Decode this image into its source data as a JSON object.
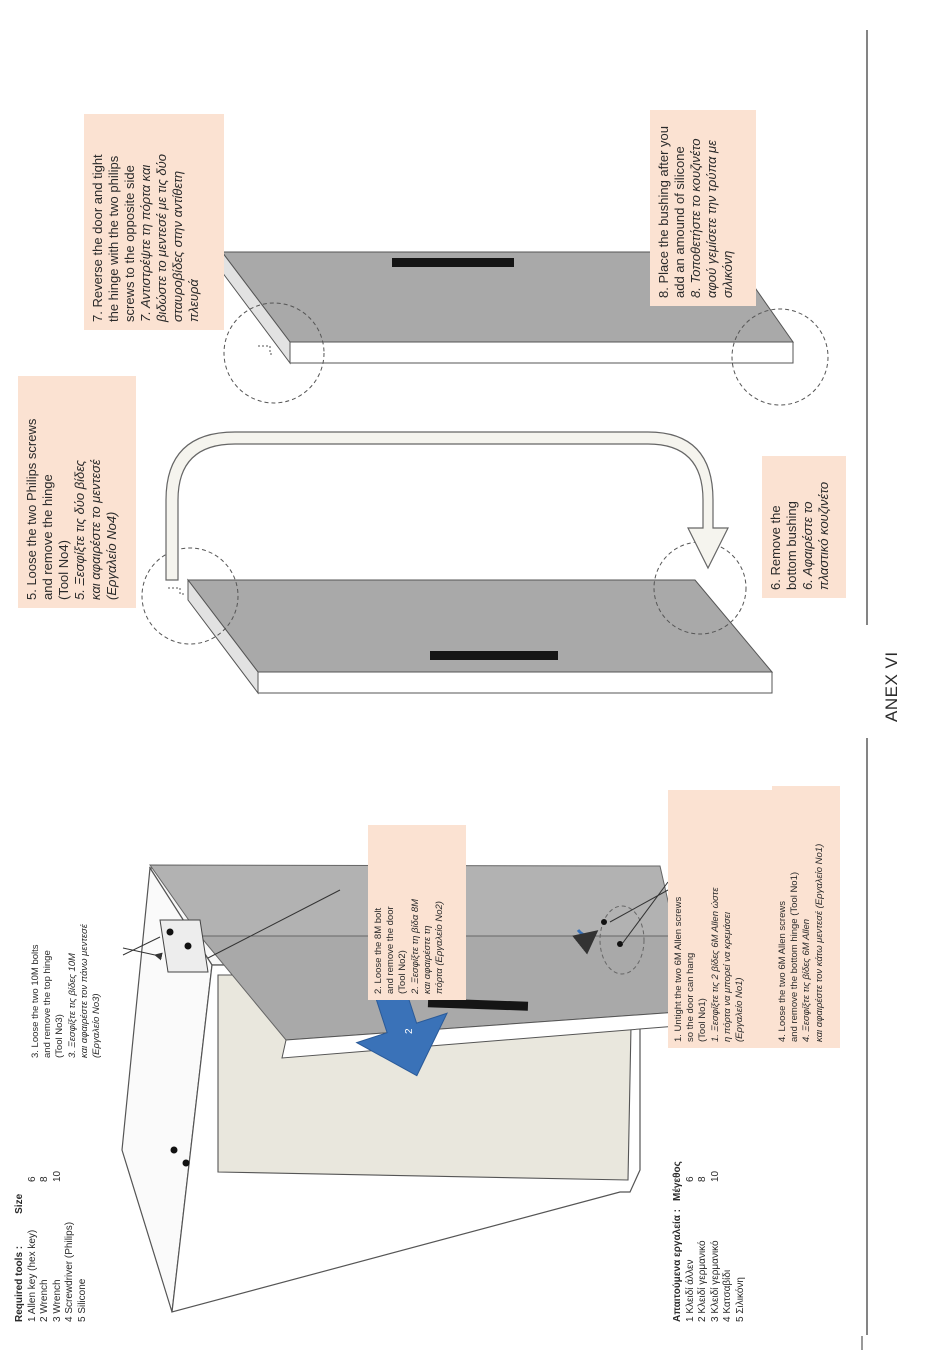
{
  "tools": {
    "en": {
      "header": "Required tools :",
      "size_header": "Size",
      "rows": [
        {
          "item": "1  Allen key (hex key)",
          "size": "6"
        },
        {
          "item": "2  Wrench",
          "size": "8"
        },
        {
          "item": "3  Wrench",
          "size": "10"
        },
        {
          "item": "4  Screwdriver (Philips)",
          "size": ""
        },
        {
          "item": "5  Silicone",
          "size": ""
        }
      ]
    },
    "el": {
      "header": "Απαιτούμενα εργαλεία :",
      "size_header": "Μέγεθος",
      "rows": [
        {
          "item": "1  Κλειδί άλλεν",
          "size": "6"
        },
        {
          "item": "2  Κλειδί γερμανικό",
          "size": "8"
        },
        {
          "item": "3  Κλειδί γερμανικό",
          "size": "10"
        },
        {
          "item": "4  Κατσαβίδι",
          "size": ""
        },
        {
          "item": "5  Σιλικόνη",
          "size": ""
        }
      ]
    }
  },
  "steps": {
    "s1": {
      "en": [
        "1. Untight the two 6M Allen screws",
        "so the door can hang",
        "(Tool No1)"
      ],
      "el": [
        "1. Ξεσφίξτε τις 2 βίδες 6M Allen ώστε",
        "η πόρτα να μπορεί να κρεμάσει",
        "(Εργαλείο Νο1)"
      ]
    },
    "s2": {
      "en": [
        "2. Loose the 8M bolt",
        "and remove the door",
        "(Tool No2)"
      ],
      "el": [
        "2. Ξεσφίξτε τη βίδα 8M",
        "και αφαιρέστε τη",
        "πόρτα (Εργαλείο Νο2)"
      ]
    },
    "s3": {
      "en": [
        "3. Loose the two 10M bolts",
        "and remove the top hinge",
        "(Tool No3)"
      ],
      "el": [
        "3. Ξεσφίξτε τις βίδες 10M",
        "και αφαιρέστε τον πάνω μεντεσέ",
        "(Εργαλείο Νο3)"
      ]
    },
    "s4": {
      "en": [
        "4. Loose the two 6M Allen screws",
        "and remove the bottom hinge (Tool No1)"
      ],
      "el": [
        "4. Ξεσφίξτε τις βίδες 6M Allen",
        "και αφαιρέστε τον κάτω μεντεσέ (Εργαλείο Νο1)"
      ]
    },
    "s5": {
      "en": [
        "5. Loose the two Philips screws",
        "and remove the hinge",
        "(Tool No4)"
      ],
      "el": [
        "5. Ξεσφίξτε τις δύο βίδες",
        "και αφαιρέστε το μεντεσέ",
        "(Εργαλείο Νο4)"
      ]
    },
    "s6": {
      "en": [
        "6. Remove the",
        "bottom bushing"
      ],
      "el": [
        "6. Αφαιρέστε το",
        "πλαστικό κουζινέτο"
      ]
    },
    "s7": {
      "en": [
        "7. Reverse the door and tight",
        "the hinge with the two philips",
        "screws to the opposite side"
      ],
      "el": [
        "7. Αντιστρέψτε τη πόρτα και",
        "βιδώστε το μεντεσέ με τις δύο",
        "σταυροβίδες στην αντίθετη",
        "πλευρά"
      ]
    },
    "s8": {
      "en": [
        "8. Place the bushing after you",
        "add an amound of silicone"
      ],
      "el": [
        "8. Τοποθετήστε το κουζινέτο",
        "αφού γεμίσετε την τρύπα με",
        "σιλικόνη"
      ]
    }
  },
  "arrow_label": "2",
  "footer": "ANEX VI",
  "colors": {
    "note_bg": "#fbe2d2",
    "door_gray": "#a9a9a9",
    "cabinet_inner": "#e9e7dd",
    "blue_arrow": "#3a72b8",
    "big_arrow_fill": "#f5f4ee"
  }
}
